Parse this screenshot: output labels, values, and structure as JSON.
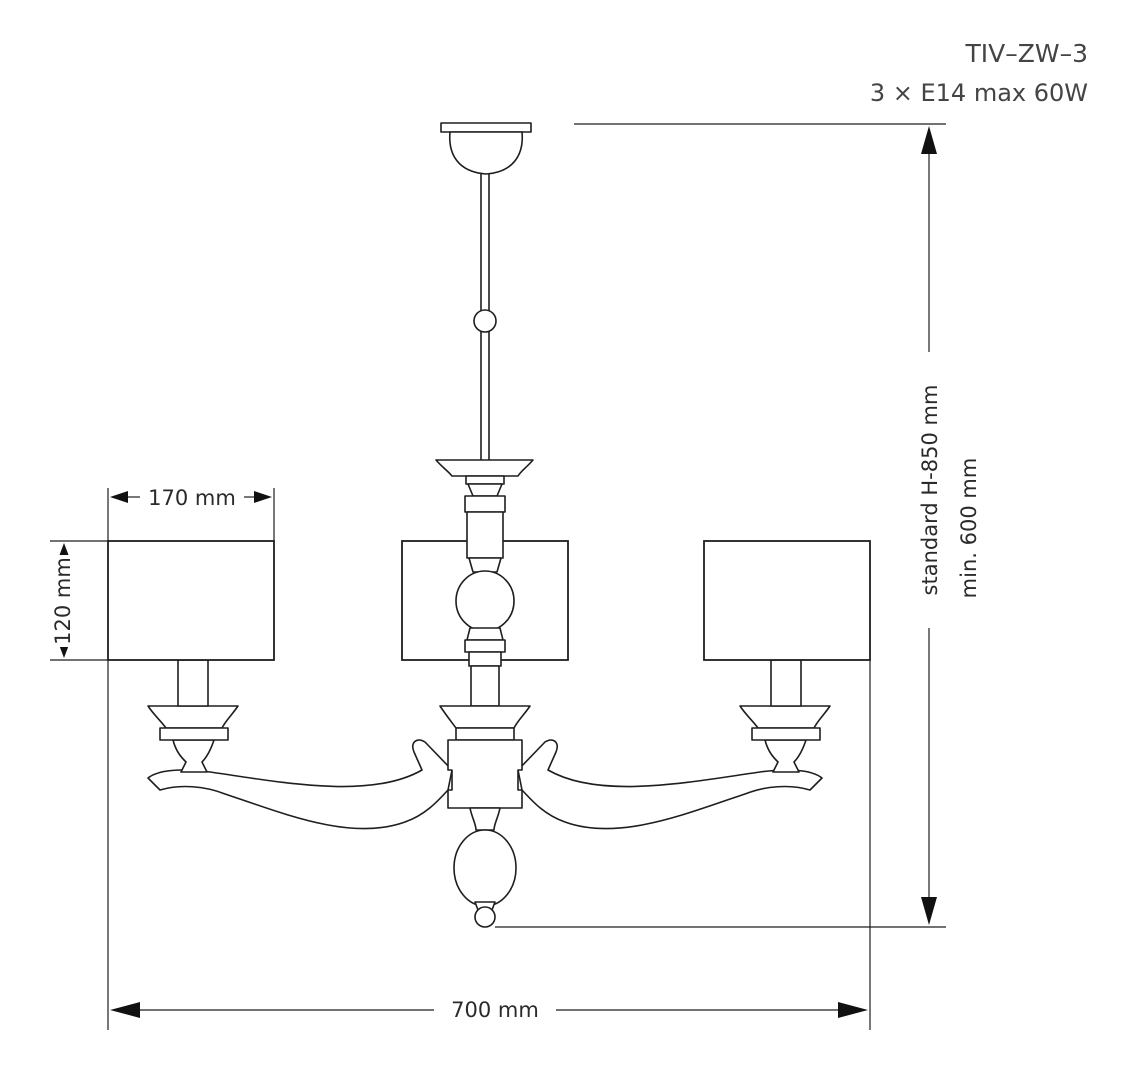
{
  "title": {
    "model": "TIV–ZW–3",
    "spec": "3 × E14 max 60W"
  },
  "dimensions": {
    "shade_width": "170 mm",
    "shade_height": "120 mm",
    "total_width": "700 mm",
    "height_standard": "standard H-850 mm",
    "height_min": "min. 600 mm"
  }
}
